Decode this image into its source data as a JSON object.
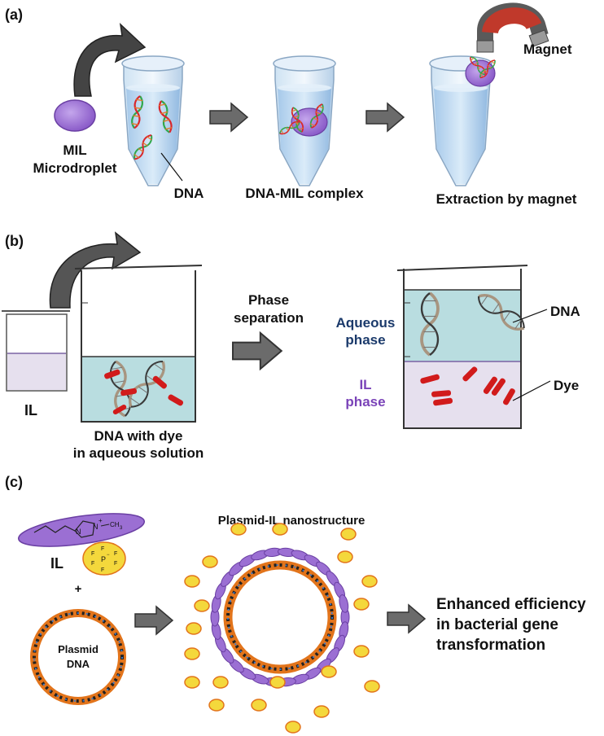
{
  "panel_a": {
    "label": "(a)",
    "mil_label_1": "MIL",
    "mil_label_2": "Microdroplet",
    "dna_label": "DNA",
    "complex_label": "DNA-MIL complex",
    "extraction_label": "Extraction by magnet",
    "magnet_label": "Magnet"
  },
  "panel_b": {
    "label": "(b)",
    "il_label": "IL",
    "mix_label_1": "DNA with dye",
    "mix_label_2": "in aqueous solution",
    "phase_sep_1": "Phase",
    "phase_sep_2": "separation",
    "aqueous_1": "Aqueous",
    "aqueous_2": "phase",
    "il_phase_1": "IL",
    "il_phase_2": "phase",
    "dna_label": "DNA",
    "dye_label": "Dye"
  },
  "panel_c": {
    "label": "(c)",
    "il_label": "IL",
    "plus": "+",
    "plasmid_1": "Plasmid",
    "plasmid_2": "DNA",
    "nano_label": "Plasmid-IL nanostructure",
    "result_1": "Enhanced efficiency",
    "result_2": "in bacterial gene",
    "result_3": "transformation",
    "cation_methyl": "CH",
    "cation_methyl_sub": "3",
    "anion_p": "P",
    "anion_f": "F",
    "charge_plus": "+",
    "charge_minus": "−"
  },
  "colors": {
    "purple": "#9b6fd3",
    "purple_dark": "#6a3fa3",
    "aqueous": "#b9dde0",
    "il_phase": "#e6e0ee",
    "dye_red": "#d11b1b",
    "arrow_gray": "#6b6b6b",
    "yellow": "#f4d83c",
    "orange_ring": "#e2741b",
    "aqueous_text": "#1b3a6b",
    "il_text": "#7a43b8",
    "magnet_red": "#c0392b"
  }
}
